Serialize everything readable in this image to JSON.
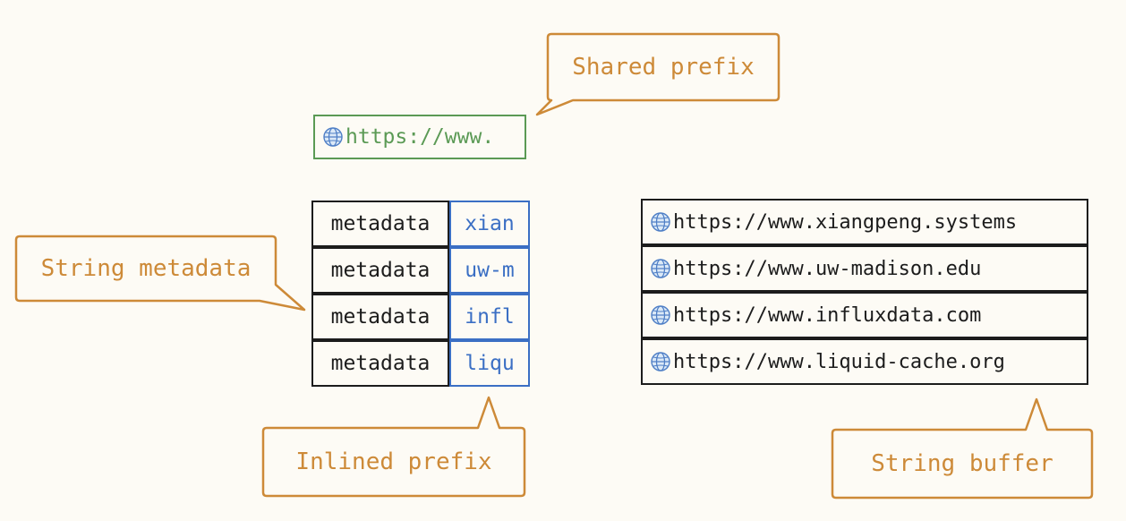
{
  "shared_prefix": {
    "text": "https://www.",
    "color": "#5b9a55"
  },
  "metadata_rows": [
    {
      "meta": "metadata",
      "inline": "xian"
    },
    {
      "meta": "metadata",
      "inline": "uw-m"
    },
    {
      "meta": "metadata",
      "inline": "infl"
    },
    {
      "meta": "metadata",
      "inline": "liqu"
    }
  ],
  "string_buffer": [
    "https://www.xiangpeng.systems",
    "https://www.uw-madison.edu",
    "https://www.influxdata.com",
    "https://www.liquid-cache.org"
  ],
  "callouts": {
    "shared_prefix": "Shared prefix",
    "string_metadata": "String metadata",
    "inlined_prefix": "Inlined prefix",
    "string_buffer": "String buffer"
  },
  "colors": {
    "callout": "#cd8a38",
    "shared_prefix": "#5b9a55",
    "inlined_prefix": "#3b6fc4",
    "border": "#1c1c1c",
    "background": "#fdfbf5"
  },
  "icons": {
    "url": "globe-icon"
  }
}
